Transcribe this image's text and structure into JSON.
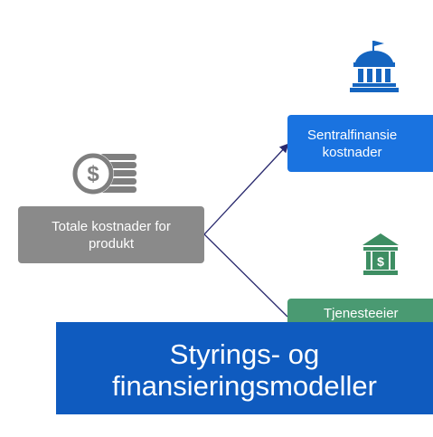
{
  "diagram": {
    "nodes": {
      "total_costs": {
        "label": "Totale kostnader for produkt",
        "line1": "Totale kostnader for",
        "line2": "produkt"
      },
      "central_costs": {
        "line1": "Sentralfinansie",
        "line2": "kostnader"
      },
      "service_owner": {
        "line1": "Tjenesteeier"
      }
    },
    "overlay": {
      "line1": "Styrings- og",
      "line2": "finansieringsmodeller"
    }
  },
  "icons": {
    "coins": "coins-icon",
    "government_building": "government-building-icon",
    "bank": "bank-icon"
  },
  "colors": {
    "total_node": "#8a8a8a",
    "central_node": "#1a73e0",
    "service_node": "#4a9a72",
    "overlay": "#0f5bbf",
    "icon_grey": "#7f7f7f",
    "icon_blue": "#1565c0",
    "icon_green": "#3e8e63",
    "connector": "#2a2a6e"
  }
}
